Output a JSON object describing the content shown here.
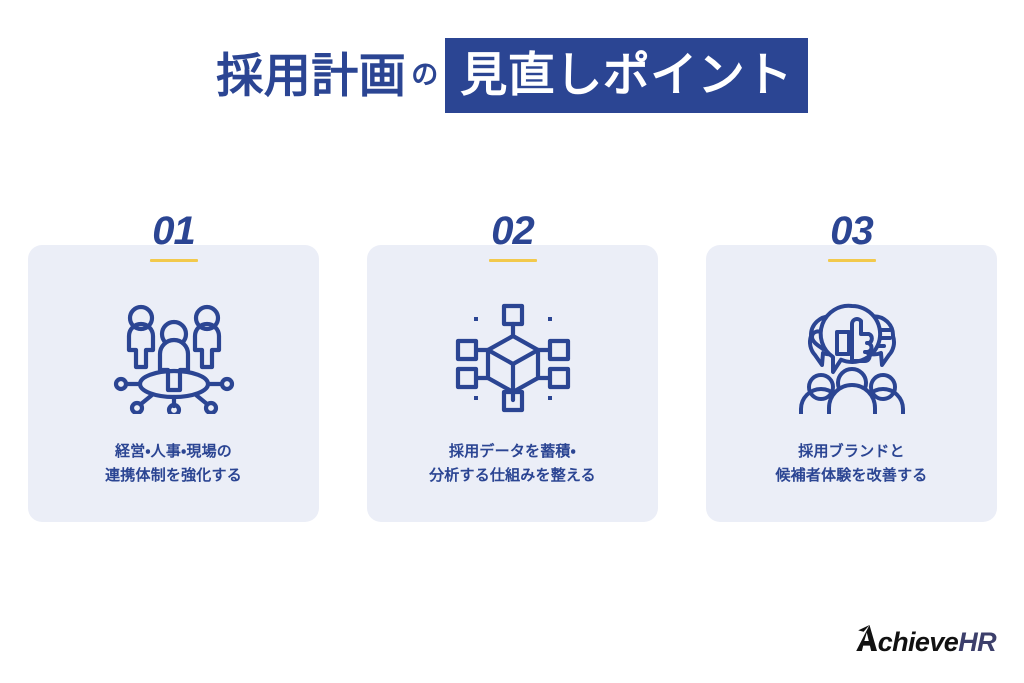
{
  "title": {
    "plain": "採用計画",
    "particle": "の",
    "highlight": "見直しポイント"
  },
  "cards": [
    {
      "number": "01",
      "icon": "people-network-icon",
      "line1": "経営・人事・現場の",
      "line2": "連携体制を強化する"
    },
    {
      "number": "02",
      "icon": "data-cube-network-icon",
      "line1": "採用データを蓄積・",
      "line2": "分析する仕組みを整える"
    },
    {
      "number": "03",
      "icon": "feedback-people-icon",
      "line1": "採用ブランドと",
      "line2": "候補者体験を改善する"
    }
  ],
  "logo": {
    "mark": "A",
    "primary": "chieve",
    "accent": "HR"
  },
  "colors": {
    "navy": "#2B4593",
    "card_bg": "#EBEEF7",
    "accent_yellow": "#F2C94C",
    "page_bg": "#FFFFFF",
    "logo_dark": "#111111",
    "logo_accent": "#3C3F6B"
  }
}
